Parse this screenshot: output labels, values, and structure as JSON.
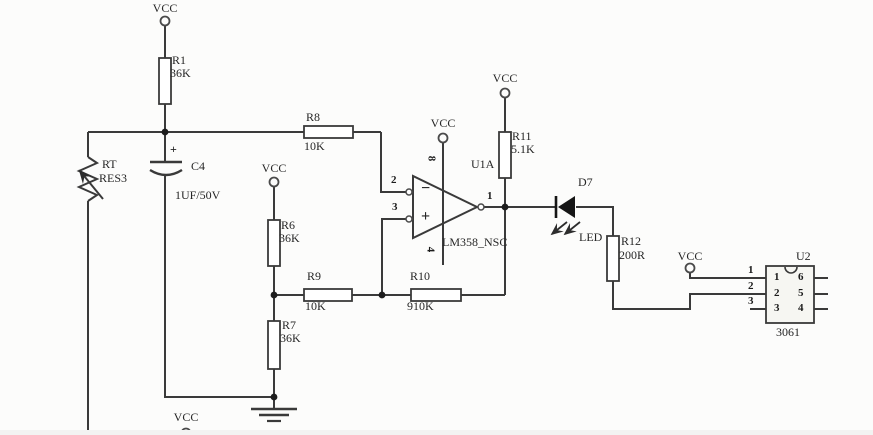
{
  "diagram": {
    "type": "circuit-schematic",
    "description": "LM358 comparator stage driving an LED and opto-device 3061"
  },
  "power": {
    "vcc": "VCC"
  },
  "components": {
    "r1": {
      "ref": "R1",
      "value": "36K"
    },
    "rt": {
      "ref": "RT",
      "value": "RES3"
    },
    "c4": {
      "ref": "C4",
      "value": "1UF/50V",
      "polarity": "+"
    },
    "r8": {
      "ref": "R8",
      "value": "10K"
    },
    "r6": {
      "ref": "R6",
      "value": "36K"
    },
    "r7": {
      "ref": "R7",
      "value": "36K"
    },
    "r9": {
      "ref": "R9",
      "value": "10K"
    },
    "r10": {
      "ref": "R10",
      "value": "910K"
    },
    "r11": {
      "ref": "R11",
      "value": "5.1K"
    },
    "r12": {
      "ref": "R12",
      "value": "200R"
    },
    "d7": {
      "ref": "D7",
      "value": "LED"
    },
    "u1": {
      "ref": "U1A",
      "part": "LM358_NSC",
      "pins": {
        "inverting": "2",
        "noninverting": "3",
        "output": "1",
        "vplus": "8",
        "vminus": "4"
      },
      "minus_sign": "−",
      "plus_sign": "+"
    },
    "u2": {
      "ref": "U2",
      "part": "3061",
      "wire_labels": [
        "1",
        "2",
        "3"
      ],
      "left_pins": [
        "1",
        "2",
        "3"
      ],
      "right_pins": [
        "6",
        "5",
        "4"
      ]
    }
  },
  "colors": {
    "wire": "#3a3a3a",
    "text": "#262626",
    "background": "#fcfcfb",
    "ic_fill": "#f6f6f2"
  }
}
